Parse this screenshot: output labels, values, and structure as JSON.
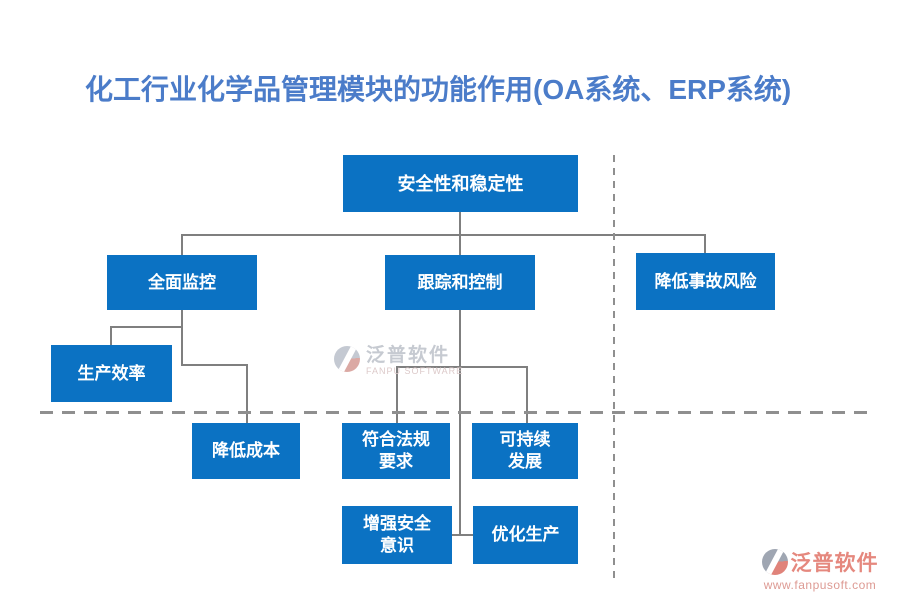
{
  "title": "化工行业化学品管理模块的功能作用(OA系统、ERP系统)",
  "colors": {
    "node_fill": "#0b72c3",
    "node_text": "#ffffff",
    "title_text": "#4b7cc9",
    "connector": "#7f7f7f",
    "dashed_line": "#8f8f8f",
    "logo_salmon": "#e5887e",
    "watermark_gray": "#c6cad1"
  },
  "nodes": [
    {
      "id": "root",
      "label": "安全性和稳定性"
    },
    {
      "id": "monitor",
      "label": "全面监控"
    },
    {
      "id": "track",
      "label": "跟踪和控制"
    },
    {
      "id": "risk",
      "label": "降低事故风险"
    },
    {
      "id": "efficiency",
      "label": "生产效率"
    },
    {
      "id": "cost",
      "label": "降低成本"
    },
    {
      "id": "compliance",
      "label": "符合法规\n要求"
    },
    {
      "id": "sustain",
      "label": "可持续\n发展"
    },
    {
      "id": "awareness",
      "label": "增强安全\n意识"
    },
    {
      "id": "optimize",
      "label": "优化生产"
    }
  ],
  "edges": [
    [
      "root",
      "monitor"
    ],
    [
      "root",
      "track"
    ],
    [
      "root",
      "risk"
    ],
    [
      "monitor",
      "efficiency"
    ],
    [
      "monitor",
      "cost"
    ],
    [
      "track",
      "compliance"
    ],
    [
      "track",
      "sustain"
    ],
    [
      "track",
      "awareness"
    ],
    [
      "track",
      "optimize"
    ]
  ],
  "watermark": {
    "name": "泛普软件",
    "subtitle": "FANPU SOFTWARE"
  },
  "footer_logo": {
    "name": "泛普软件",
    "url": "www.fanpusoft.com"
  }
}
